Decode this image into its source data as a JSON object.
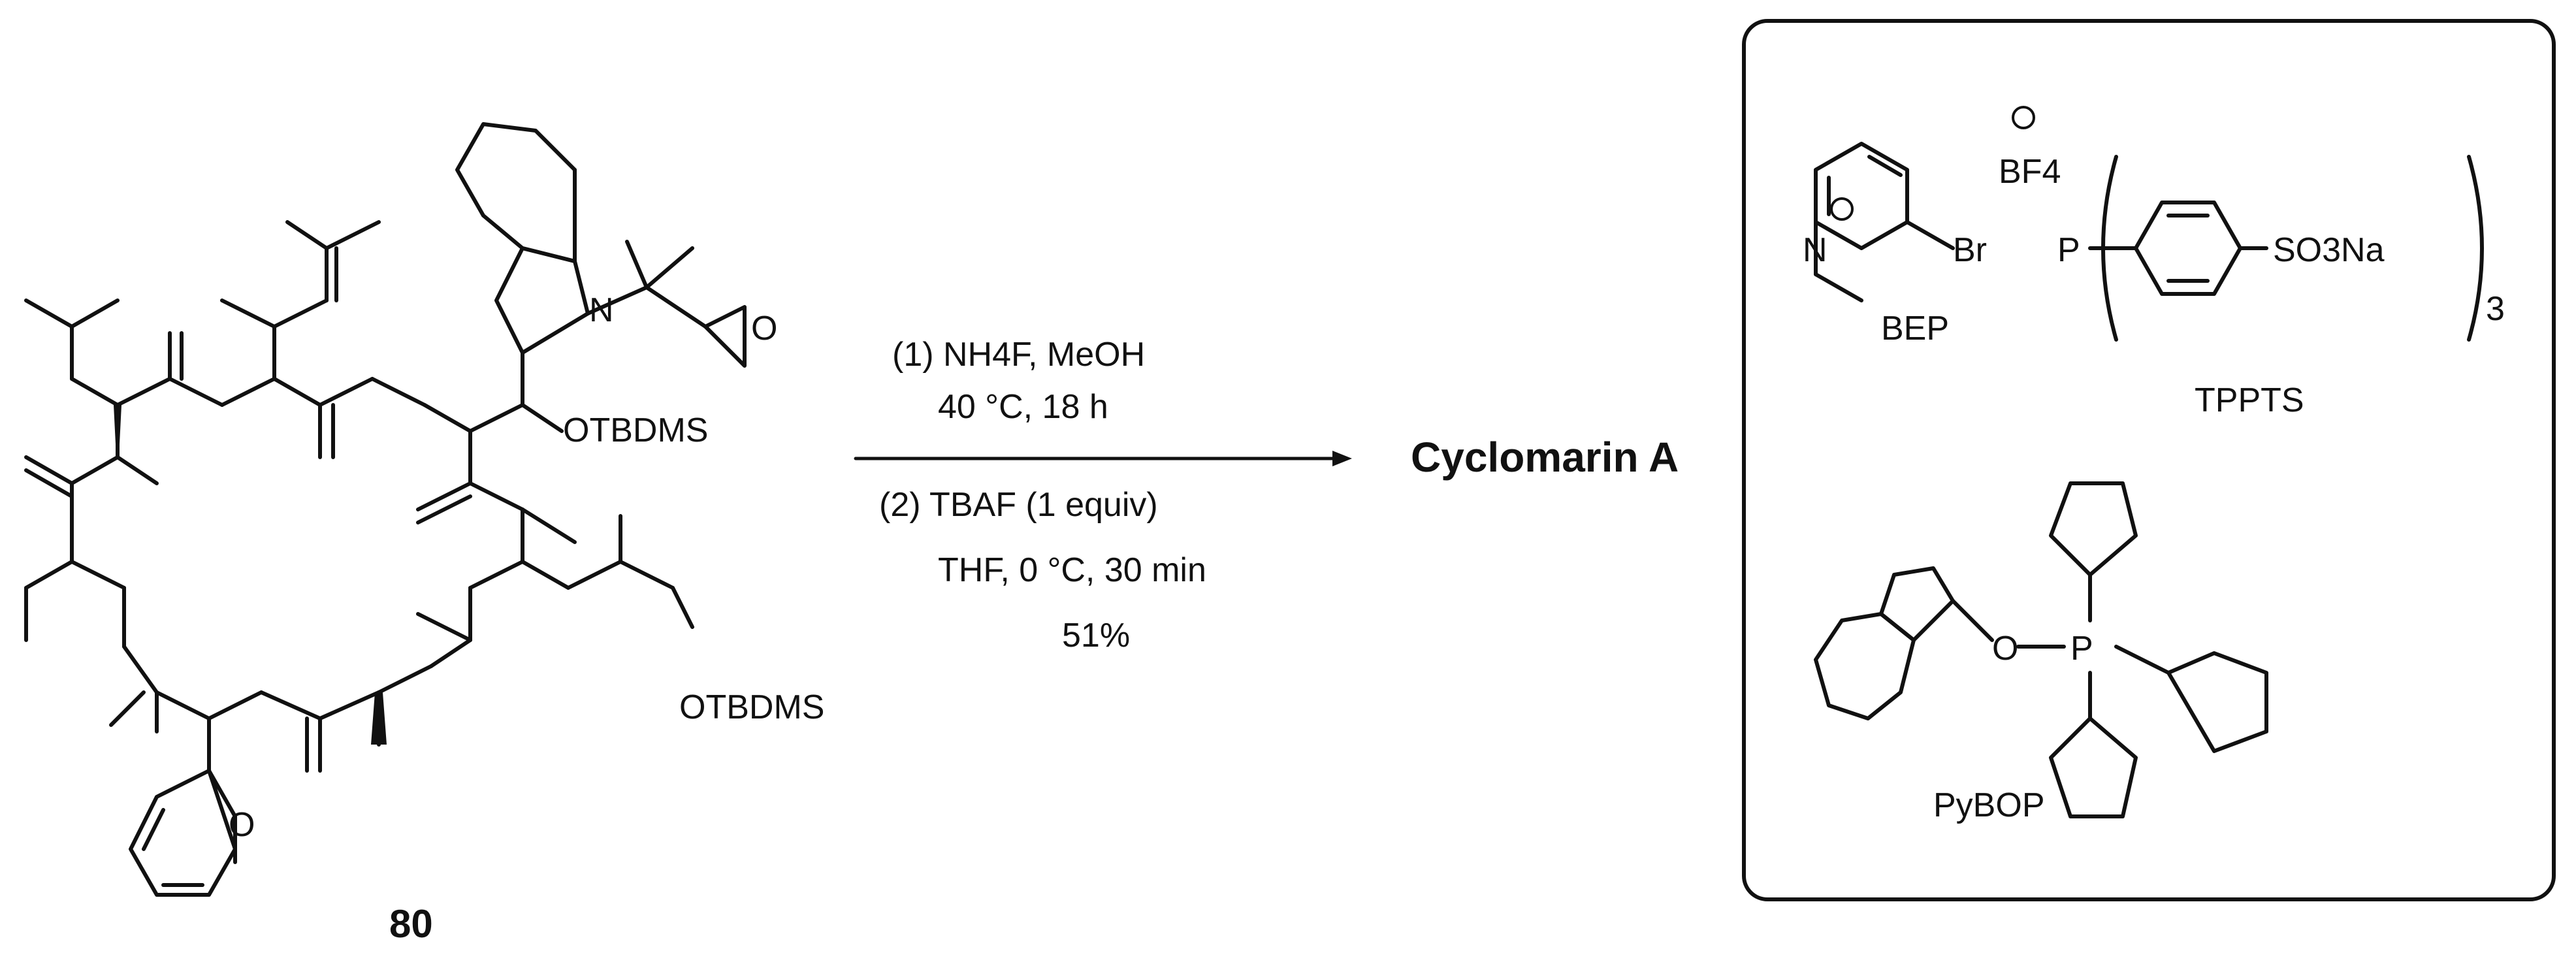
{
  "scheme": {
    "compound_label": "80",
    "product": "Cyclomarin A",
    "conditions": {
      "step1_line1": "(1) NH4F, MeOH",
      "step1_line2": "40 °C, 18 h",
      "step2_line1": "(2) TBAF (1 equiv)",
      "step2_line2": "THF, 0 °C, 30 min",
      "yield": "51%"
    },
    "atom_labels": {
      "otbdms_top": "OTBDMS",
      "otbdms_bottom": "OTBDMS",
      "methoxy_o": "O",
      "epoxide_o": "O",
      "indole_n": "N"
    },
    "reagents_box": {
      "bep_label": "BEP",
      "bep_bromine": "Br",
      "bep_nitrogen": "N",
      "bep_counterion": "BF4",
      "tppts_label": "TPPTS",
      "tppts_p": "P",
      "tppts_group": "SO3Na",
      "tppts_subscript": "3",
      "pybop_label": "PyBOP",
      "pybop_o": "O",
      "pybop_p": "P"
    }
  }
}
